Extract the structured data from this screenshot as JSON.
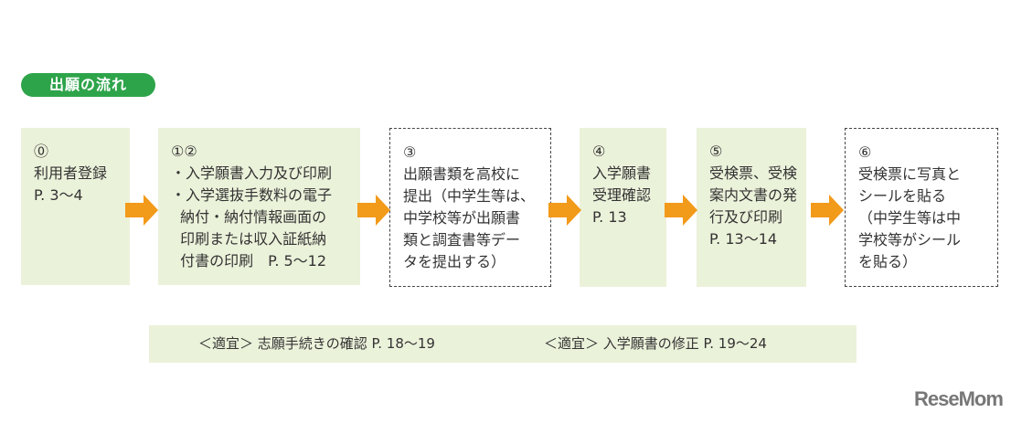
{
  "title": "出願の流れ",
  "steps": [
    {
      "text": "⓪\n利用者登録\nP. 3〜4",
      "style": "solid"
    },
    {
      "text": "①②\n・入学願書入力及び印刷\n・入学選抜手数料の電子\n  納付・納付情報画面の\n  印刷または収入証紙納\n  付書の印刷　P. 5〜12",
      "style": "solid"
    },
    {
      "text": "③\n出願書類を高校に\n提出（中学生等は、\n中学校等が出願書\n類と調査書等デー\nタを提出する）",
      "style": "dashed"
    },
    {
      "text": "④\n入学願書\n受理確認\nP. 13",
      "style": "solid"
    },
    {
      "text": "⑤\n受検票、受検\n案内文書の発\n行及び印刷\nP. 13〜14",
      "style": "solid"
    },
    {
      "text": "⑥\n受検票に写真と\nシールを貼る\n（中学生等は中\n学校等がシール\nを貼る）",
      "style": "dashed"
    }
  ],
  "optional": [
    "＜適宜＞ 志願手続きの確認 P. 18〜19",
    "＜適宜＞ 入学願書の修正 P. 19〜24"
  ],
  "logo": "ReseMom",
  "colors": {
    "badge": "#2ea44a",
    "box": "#ebf2da",
    "arrow": "#f29a1a"
  }
}
